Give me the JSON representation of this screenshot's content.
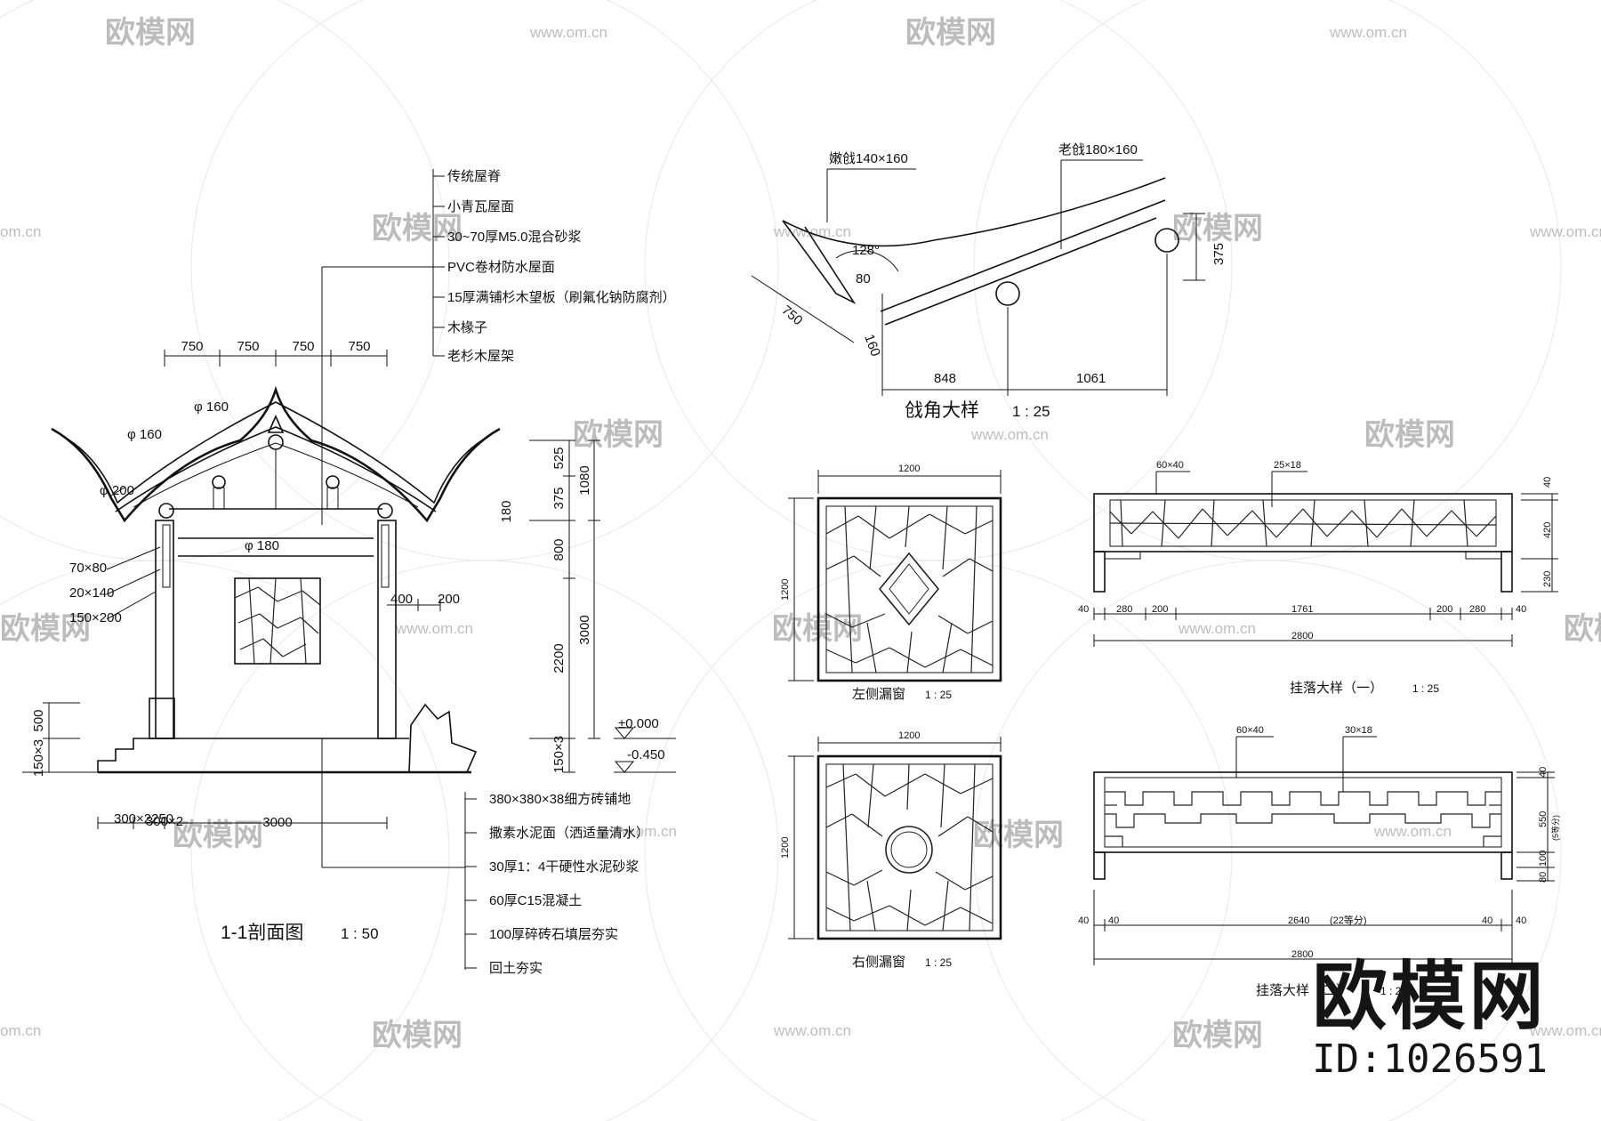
{
  "watermark": {
    "logo_text": "欧模网",
    "url_text": "www.om.cn",
    "short_url": "om.cn"
  },
  "brand": {
    "name": "欧模网",
    "id": "ID:1026591"
  },
  "section": {
    "title": "1-1剖面图",
    "scale": "1 : 50",
    "roof_layers": [
      "传统屋脊",
      "小青瓦屋面",
      "30~70厚M5.0混合砂浆",
      "PVC卷材防水屋面",
      "15厚满铺杉木望板（刷氟化钠防腐剂）",
      "木椽子",
      "老杉木屋架"
    ],
    "floor_layers": [
      "380×380×38细方砖铺地",
      "撒素水泥面（洒适量清水）",
      "30厚1：4干硬性水泥砂浆",
      "60厚C15混凝土",
      "100厚碎砖石填层夯实",
      "回土夯实"
    ],
    "top_dims": [
      "750",
      "750",
      "750",
      "750"
    ],
    "diameters": [
      "φ 160",
      "φ 160",
      "φ 200",
      "φ 180"
    ],
    "member_sizes": [
      "70×80",
      "20×140",
      "150×200"
    ],
    "right_dims": [
      "525",
      "375",
      "1080",
      "180",
      "800",
      "3000",
      "2200",
      "150×3"
    ],
    "left_dims": [
      "500",
      "150×3"
    ],
    "bottom_dims": [
      "300×2",
      "250",
      "3000"
    ],
    "col_dims": [
      "400",
      "200"
    ],
    "levels": [
      "±0.000",
      "-0.450"
    ]
  },
  "eave": {
    "title": "戗角大样",
    "scale": "1 : 25",
    "labels": [
      "嫩戗140×160",
      "老戗180×160"
    ],
    "dims": [
      "128°",
      "80",
      "750",
      "160",
      "848",
      "1061",
      "375"
    ]
  },
  "windows": [
    {
      "title": "左侧漏窗",
      "scale": "1 : 25",
      "width": "1200",
      "height": "1200"
    },
    {
      "title": "右侧漏窗",
      "scale": "1 : 25",
      "width": "1200",
      "height": "1200"
    }
  ],
  "hanging1": {
    "title": "挂落大样（一）",
    "scale": "1 : 25",
    "labels": [
      "60×40",
      "25×18"
    ],
    "dims": [
      "40",
      "280",
      "200",
      "1761",
      "200",
      "280",
      "40",
      "2800"
    ],
    "vert_dims": [
      "40",
      "420",
      "230"
    ]
  },
  "hanging2": {
    "title": "挂落大样（二）",
    "scale": "1 : 25",
    "labels": [
      "60×40",
      "30×18"
    ],
    "dims": [
      "40",
      "40",
      "2640",
      "(22等分)",
      "40",
      "40",
      "2800"
    ],
    "vert_dims": [
      "40",
      "550",
      "(5等分)",
      "100",
      "80"
    ]
  }
}
